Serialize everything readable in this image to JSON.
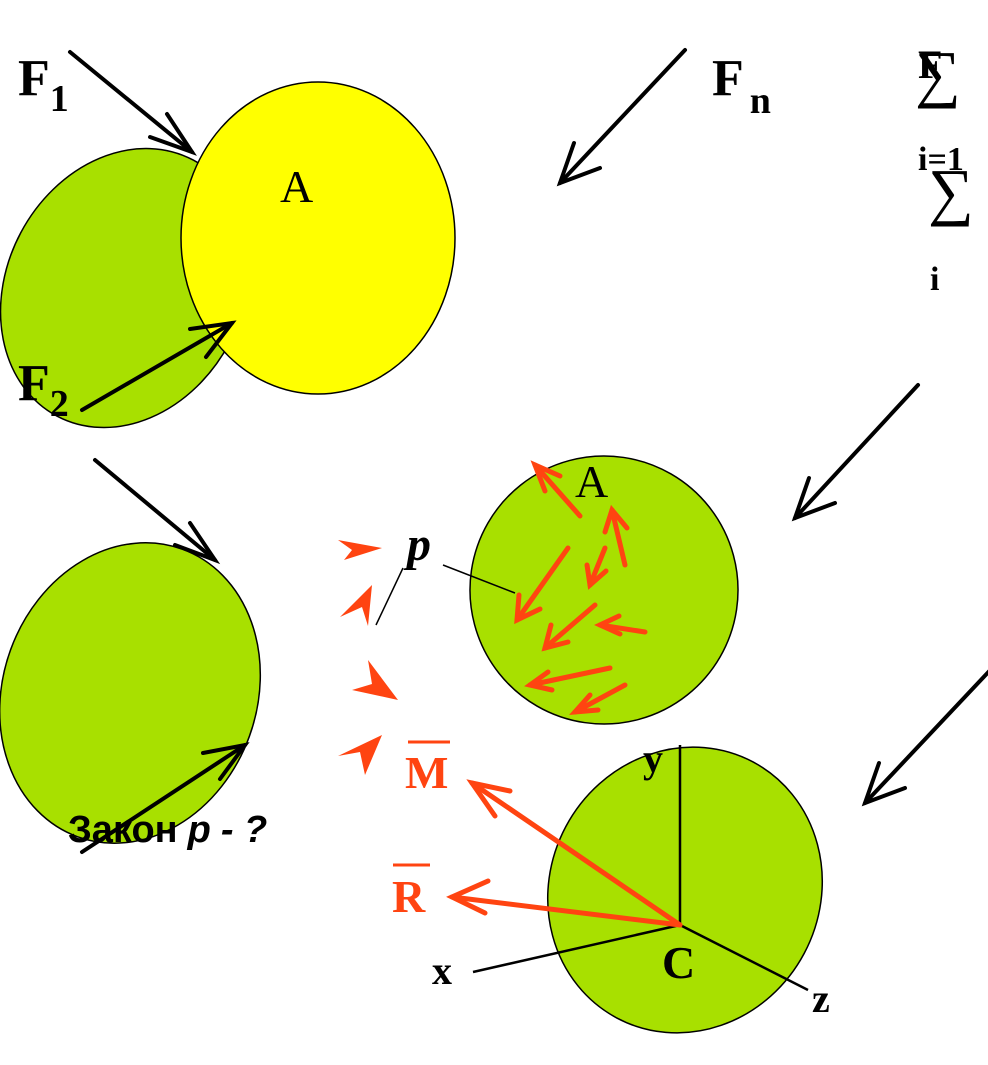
{
  "colors": {
    "green": "#a8e000",
    "yellow": "#ffff00",
    "red": "#ff4411",
    "black": "#000000"
  },
  "labels": {
    "f1": "F",
    "f1_sub": "1",
    "f2": "F",
    "f2_sub": "2",
    "fn": "F",
    "fn_sub": "n",
    "point_a_top": "A",
    "point_a_mid": "A",
    "p_label": "p",
    "m_label": "M",
    "r_label": "R",
    "c_label": "C",
    "x_label": "x",
    "y_label": "y",
    "z_label": "z",
    "sum_symbol_1": "∑",
    "sum_symbol_2": "∑",
    "sum_overlap": "F",
    "sum_lower_1": "i=1",
    "sum_lower_2": "i",
    "law_text": "Закон",
    "law_p": "p",
    "law_tail": "- ?"
  }
}
